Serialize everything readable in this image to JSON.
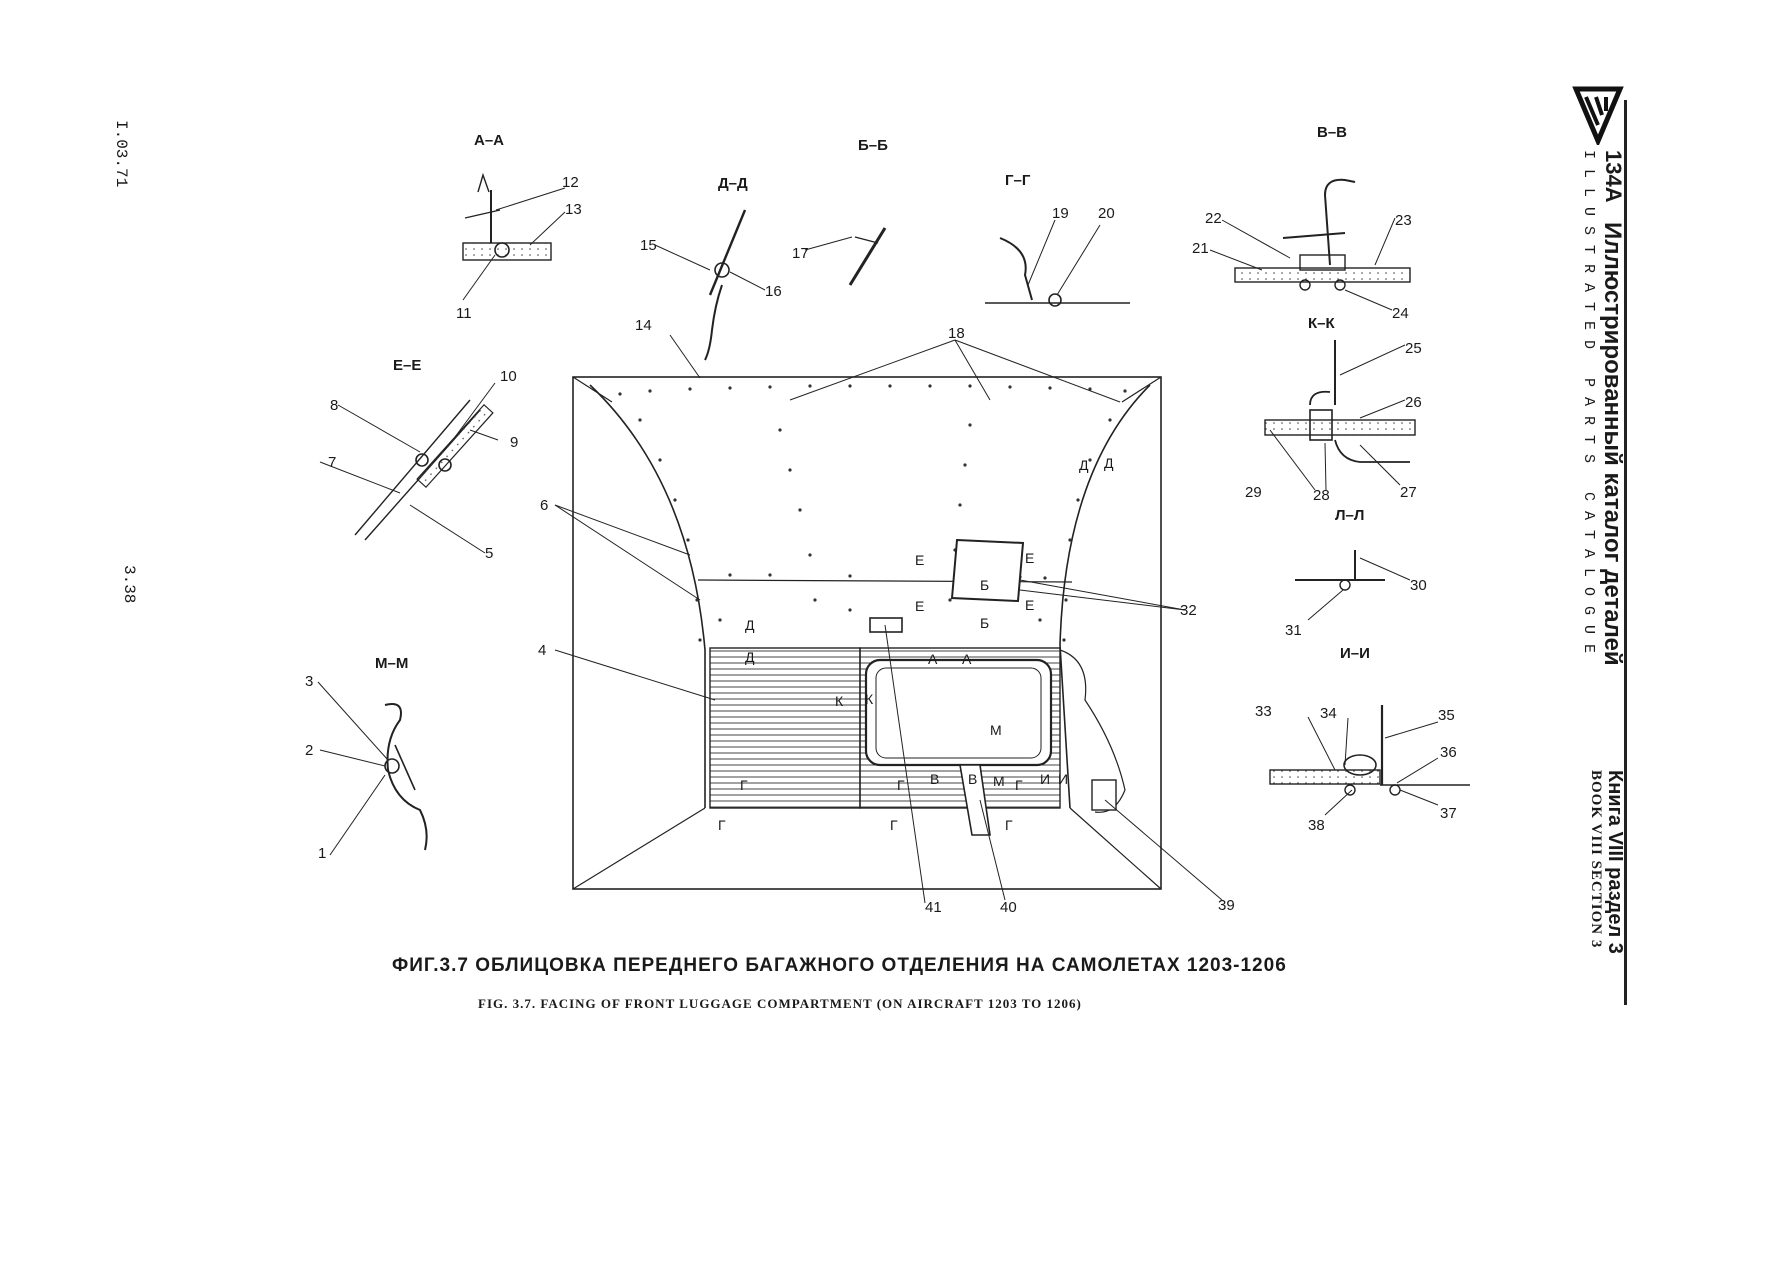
{
  "page": {
    "doc_code": "I.03.71",
    "page_number": "3.38"
  },
  "header": {
    "aircraft": "134A",
    "title_ru": "Иллюстрированный каталог деталей",
    "title_en": "ILLUSTRATED PARTS CATALOGUE",
    "book_ru": "Книга VIII раздел 3",
    "book_en": "BOOK VIII SECTION 3"
  },
  "caption": {
    "ru": "ФИГ.3.7 ОБЛИЦОВКА ПЕРЕДНЕГО БАГАЖНОГО ОТДЕЛЕНИЯ НА САМОЛЕТАХ 1203-1206",
    "en": "FIG. 3.7. FACING OF FRONT LUGGAGE COMPARTMENT (ON AIRCRAFT 1203 TO 1206)"
  },
  "sections": {
    "aa": "А–А",
    "bb": "Б–Б",
    "dd": "Д–Д",
    "gg": "Г–Г",
    "vv": "В–В",
    "ee": "Е–Е",
    "kk": "К–К",
    "ll": "Л–Л",
    "mm": "М–М",
    "ii": "И–И"
  },
  "section_marks": {
    "d": "Д",
    "e": "Е",
    "b": "Б",
    "a": "А",
    "k": "К",
    "m": "М",
    "g": "Г",
    "v": "В",
    "i": "И"
  },
  "callouts": {
    "c1": "1",
    "c2": "2",
    "c3": "3",
    "c4": "4",
    "c5": "5",
    "c6": "6",
    "c7": "7",
    "c8": "8",
    "c9": "9",
    "c10": "10",
    "c11": "11",
    "c12": "12",
    "c13": "13",
    "c14": "14",
    "c15": "15",
    "c16": "16",
    "c17": "17",
    "c18": "18",
    "c19": "19",
    "c20": "20",
    "c21": "21",
    "c22": "22",
    "c23": "23",
    "c24": "24",
    "c25": "25",
    "c26": "26",
    "c27": "27",
    "c28": "28",
    "c29": "29",
    "c30": "30",
    "c31": "31",
    "c32": "32",
    "c33": "33",
    "c34": "34",
    "c35": "35",
    "c36": "36",
    "c37": "37",
    "c38": "38",
    "c39": "39",
    "c40": "40",
    "c41": "41"
  }
}
